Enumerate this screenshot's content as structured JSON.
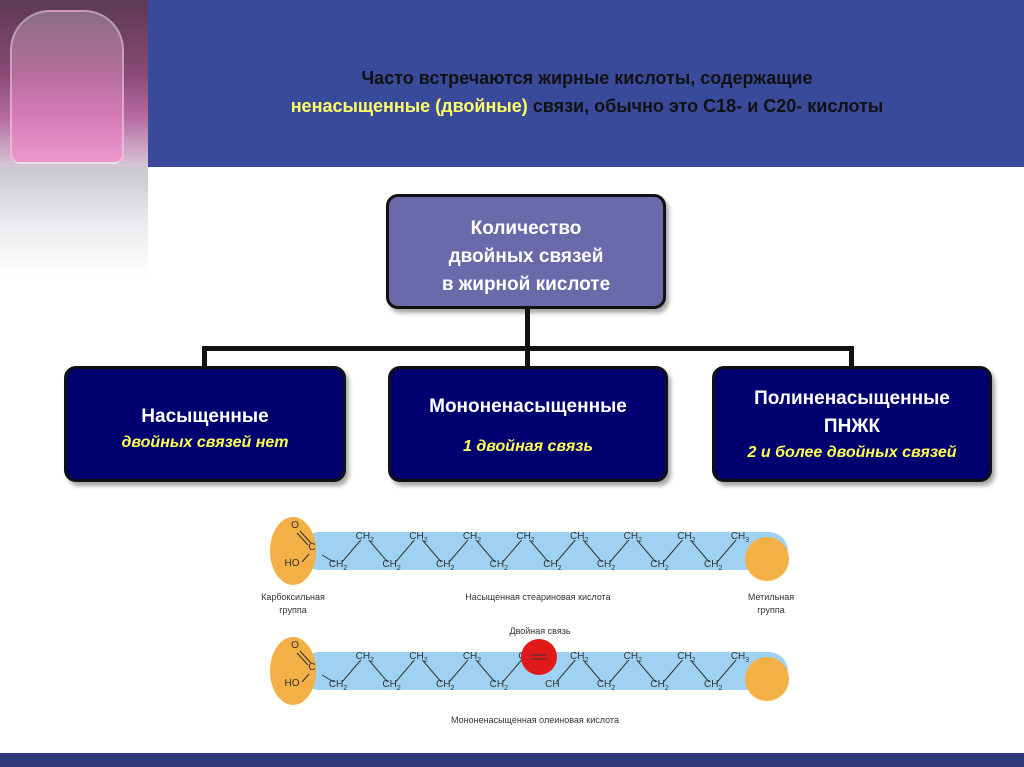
{
  "header": {
    "title_line1": "Часто встречаются  жирные кислоты, содержащие",
    "title_line2_accent": "ненасыщенные (двойные)",
    "title_line2_rest": " связи,  обычно это  С18- и  С20- кислоты"
  },
  "top_box": {
    "line1": "Количество",
    "line2": "двойных связей",
    "line3": "в жирной  кислоте"
  },
  "categories": [
    {
      "title": "Насыщенные",
      "subtitle": "двойных  связей  нет"
    },
    {
      "title": "Мононенасыщенные",
      "subtitle": "1 двойная связь"
    },
    {
      "title": "Полиненасыщенные",
      "title2": "ПНЖК",
      "subtitle": "2 и более двойных связей"
    }
  ],
  "molecule": {
    "carbonyl_o": "O",
    "carbon_c": "C",
    "hydroxyl": "HO",
    "ch2": "CH",
    "ch": "CH",
    "ch3": "CH",
    "sub2": "2",
    "sub3": "3",
    "label_carboxyl_1": "Карбоксильная",
    "label_carboxyl_2": "группа",
    "label_stearic": "Насыщенная стеариновая кислота",
    "label_methyl_1": "Метильная",
    "label_methyl_2": "группа",
    "label_double_bond": "Двойная связь",
    "label_oleic": "Мононенасыщенная олеиновая кислота"
  },
  "colors": {
    "header_bg": "#3a4a9a",
    "accent_yellow": "#ffff66",
    "category_bg": "#000070",
    "top_box_bg": "#6a6aaa",
    "chain_bg": "#9fd2f2",
    "group_orange": "#f2b046",
    "double_bond_red": "#e01a1a"
  }
}
